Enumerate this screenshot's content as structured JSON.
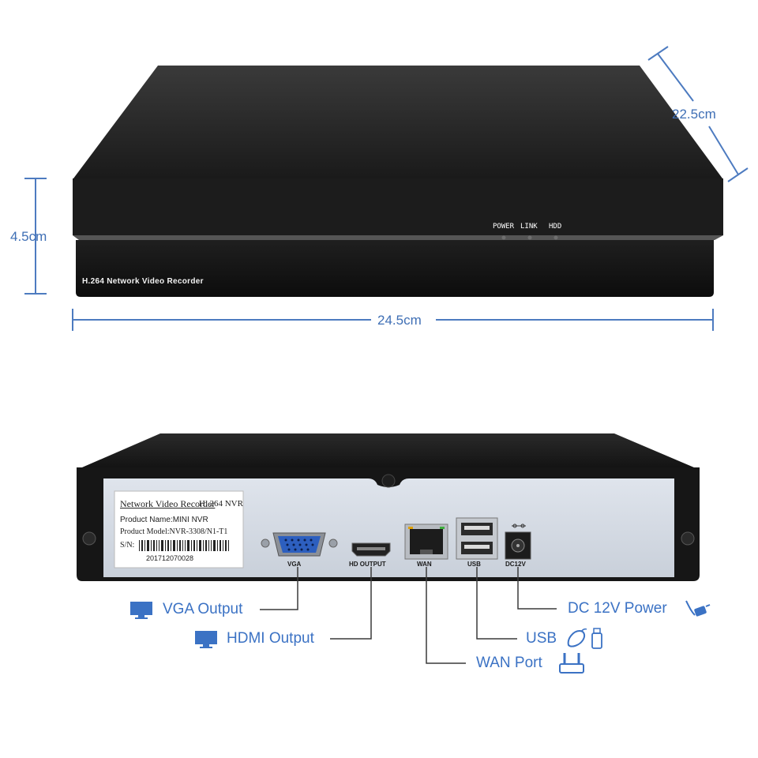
{
  "dimensions": {
    "height": "4.5cm",
    "width": "24.5cm",
    "depth": "22.5cm"
  },
  "front": {
    "model_text": "H.264 Network Video Recorder",
    "led_power": "POWER",
    "led_link": "LINK",
    "led_hdd": "HDD"
  },
  "sticker": {
    "title": "Network Video Recorder",
    "codec": "H. 264 NVR",
    "product_name": "Product Name:MINI NVR",
    "product_model": "Product Model:NVR-3308/N1-T1",
    "sn_label": "S/N:",
    "serial": "201712070028"
  },
  "ports": {
    "vga": "VGA",
    "hdmi": "HD OUTPUT",
    "wan": "WAN",
    "usb": "USB",
    "dc": "DC12V"
  },
  "callouts": {
    "vga": "VGA Output",
    "hdmi": "HDMI Output",
    "wan": "WAN Port",
    "usb": "USB",
    "dc": "DC 12V Power"
  },
  "colors": {
    "accent_blue": "#3b72c4",
    "dimension_line": "#4d7bc0",
    "chassis": "#141414",
    "rear_panel": "#d7dde6"
  },
  "icons": [
    "monitor-icon",
    "mouse-icon",
    "usb-drive-icon",
    "router-icon",
    "power-plug-icon"
  ]
}
